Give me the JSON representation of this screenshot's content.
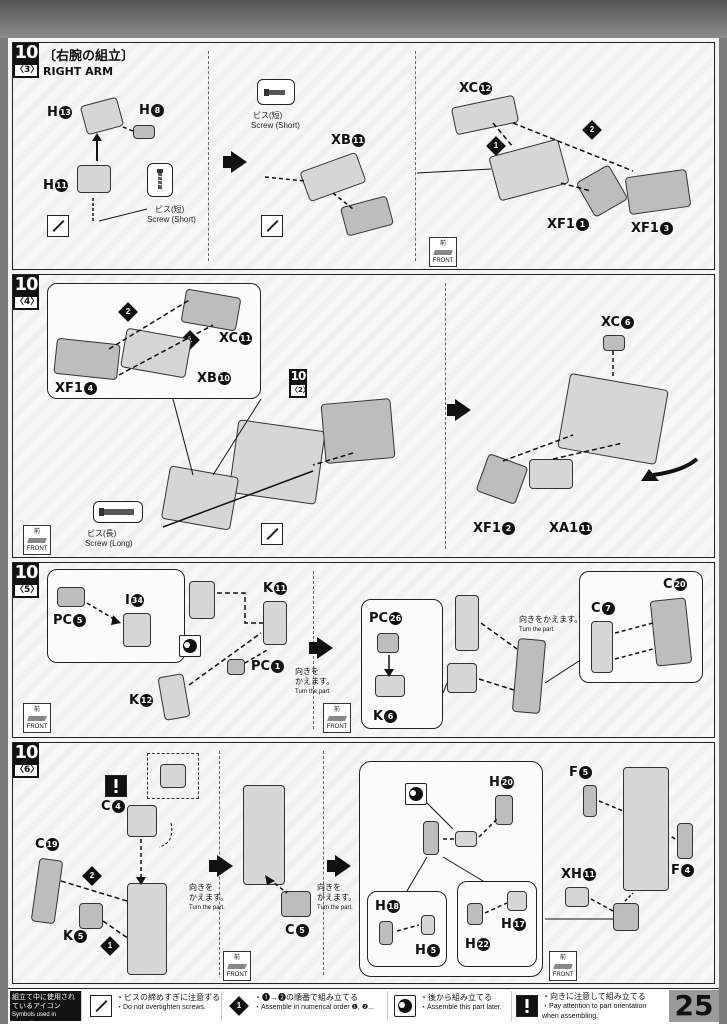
{
  "page_number": "25",
  "steps": [
    {
      "id": "s3",
      "number": "10",
      "sub": "〈3〉",
      "title_jp": "〔右腕の組立〕",
      "title_en": "RIGHT ARM",
      "parts": {
        "h13": "H",
        "h13n": "13",
        "h8": "H",
        "h8n": "8",
        "h11": "H",
        "h11n": "11",
        "xb11": "XB",
        "xb11n": "11",
        "xc12": "XC",
        "xc12n": "12",
        "xf1_1": "XF1",
        "xf1_1n": "1",
        "xf1_3": "XF1",
        "xf1_3n": "3"
      },
      "screw_short_jp": "ビス(短)",
      "screw_short_en": "Screw (Short)",
      "screw_short_jp2": "ビス(短)",
      "screw_short_en2": "Screw (Short)",
      "seq1": "1",
      "seq2": "2",
      "front_jp": "前",
      "front_en": "FRONT"
    },
    {
      "id": "s4",
      "number": "10",
      "sub": "〈4〉",
      "parts": {
        "xc11": "XC",
        "xc11n": "11",
        "xb10": "XB",
        "xb10n": "10",
        "xf14": "XF1",
        "xf14n": "4",
        "xc6": "XC",
        "xc6n": "6",
        "xf12": "XF1",
        "xf12n": "2",
        "xa111": "XA1",
        "xa111n": "11"
      },
      "ref_num": "10",
      "ref_sub": "〈2〉",
      "screw_long_jp": "ビス(長)",
      "screw_long_en": "Screw (Long)",
      "seq1": "1",
      "seq2": "2",
      "front_jp": "前",
      "front_en": "FRONT"
    },
    {
      "id": "s5",
      "number": "10",
      "sub": "〈5〉",
      "parts": {
        "pc5": "PC",
        "pc5n": "5",
        "i34": "I",
        "i34n": "34",
        "k11": "K",
        "k11n": "11",
        "pc1": "PC",
        "pc1n": "1",
        "k12": "K",
        "k12n": "12",
        "pc26": "PC",
        "pc26n": "26",
        "k6": "K",
        "k6n": "6",
        "c7": "C",
        "c7n": "7",
        "c20": "C",
        "c20n": "20"
      },
      "turn_jp": "向きを\nかえます。",
      "turn_en": "Turn the part.",
      "turn2_jp": "向きをかえます。",
      "turn2_en": "Turn the part.",
      "front_jp": "前",
      "front_en": "FRONT"
    },
    {
      "id": "s6",
      "number": "10",
      "sub": "〈6〉",
      "parts": {
        "c4": "C",
        "c4n": "4",
        "c19": "C",
        "c19n": "19",
        "k5": "K",
        "k5n": "5",
        "c5": "C",
        "c5n": "5",
        "h20": "H",
        "h20n": "20",
        "h18": "H",
        "h18n": "18",
        "h5": "H",
        "h5n": "5",
        "h17": "H",
        "h17n": "17",
        "h22": "H",
        "h22n": "22",
        "f5": "F",
        "f5n": "5",
        "f4": "F",
        "f4n": "4",
        "xh11": "XH",
        "xh11n": "11"
      },
      "turn_jp": "向きを\nかえます。",
      "turn_en": "Turn the part.",
      "turn2_jp": "向きを\nかえます。",
      "turn2_en": "Turn the part.",
      "seq1": "1",
      "seq2": "2",
      "front_jp": "前",
      "front_en": "FRONT"
    }
  ],
  "footer": {
    "legend_jp": "組立て中に使用されているアイコン",
    "legend_en": "Symbols used in instructions",
    "icon1_jp": "・ビスの締めすぎに注意する",
    "icon1_en": "・Do not overtighten screws.",
    "icon2_jp": "・❶→❷の順番で組み立てる",
    "icon2_en": "・Assemble in numerical order ❶, ❷...",
    "icon3_jp": "・後から組み立てる",
    "icon3_en": "・Assemble this part later.",
    "icon4_jp": "・向きに注意して組み立てる",
    "icon4_en": "・Pay attention to part orientation when assembling."
  }
}
